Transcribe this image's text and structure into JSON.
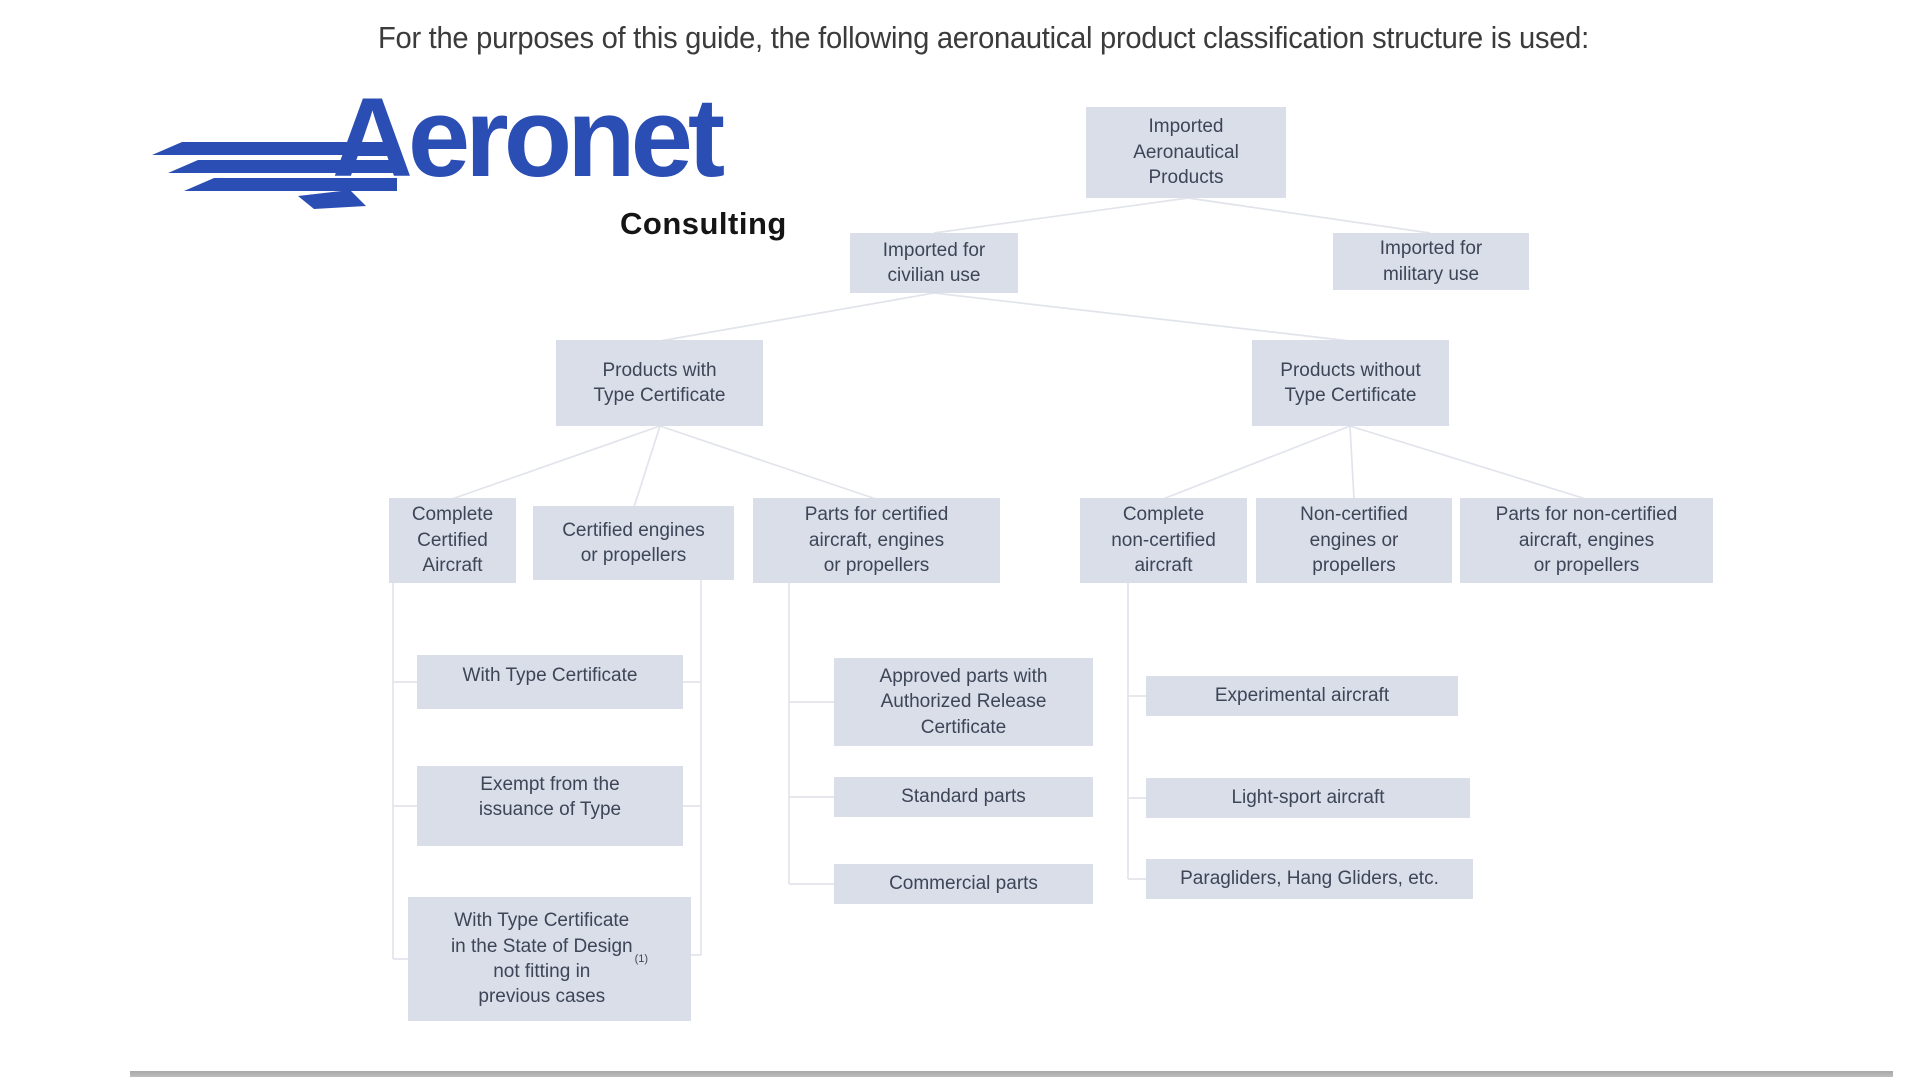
{
  "title": "For the purposes of this guide, the following aeronautical product classification structure is used:",
  "logo": {
    "brand": "Aeronet",
    "tagline": "Consulting",
    "brand_color": "#2b4eb4",
    "tagline_color": "#151515",
    "icon": "wing-icon"
  },
  "colors": {
    "node_fill": "#d9dee9",
    "node_text": "#3d4557",
    "connector": "#e2e4ec",
    "title_text": "#3b3b3b",
    "divider": "#adadad",
    "background": "#ffffff"
  },
  "diagram": {
    "nodes": {
      "root": {
        "label": "Imported\nAeronautical\nProducts"
      },
      "civilian": {
        "label": "Imported for\ncivilian use"
      },
      "military": {
        "label": "Imported for\nmilitary use"
      },
      "with_tc": {
        "label": "Products with\nType Certificate"
      },
      "without_tc": {
        "label": "Products without\nType Certificate"
      },
      "complete_certified": {
        "label": "Complete\nCertified\nAircraft"
      },
      "certified_engines": {
        "label": "Certified engines\nor propellers"
      },
      "parts_certified": {
        "label": "Parts for certified\naircraft, engines\nor propellers"
      },
      "complete_non_certified": {
        "label": "Complete\nnon-certified\naircraft"
      },
      "non_certified_engines": {
        "label": "Non-certified\nengines or\npropellers"
      },
      "parts_non_certified": {
        "label": "Parts for non-certified\naircraft, engines\nor propellers"
      },
      "with_type_certificate": {
        "label": "With Type Certificate"
      },
      "exempt": {
        "label": "Exempt from the\nissuance of Type"
      },
      "state_of_design": {
        "label": "With Type Certificate\nin the State of Design\nnot fitting in\nprevious cases",
        "footnote": "(1)"
      },
      "approved_parts": {
        "label": "Approved parts with\nAuthorized Release\nCertificate"
      },
      "standard_parts": {
        "label": "Standard parts"
      },
      "commercial_parts": {
        "label": "Commercial parts"
      },
      "experimental": {
        "label": "Experimental aircraft"
      },
      "light_sport": {
        "label": "Light-sport aircraft"
      },
      "paragliders": {
        "label": "Paragliders, Hang Gliders, etc."
      }
    },
    "edges": [
      [
        "root",
        "civilian"
      ],
      [
        "root",
        "military"
      ],
      [
        "civilian",
        "with_tc"
      ],
      [
        "civilian",
        "without_tc"
      ],
      [
        "with_tc",
        "complete_certified"
      ],
      [
        "with_tc",
        "certified_engines"
      ],
      [
        "with_tc",
        "parts_certified"
      ],
      [
        "without_tc",
        "complete_non_certified"
      ],
      [
        "without_tc",
        "non_certified_engines"
      ],
      [
        "without_tc",
        "parts_non_certified"
      ],
      [
        "complete_certified",
        "with_type_certificate"
      ],
      [
        "complete_certified",
        "exempt"
      ],
      [
        "complete_certified",
        "state_of_design"
      ],
      [
        "certified_engines",
        "with_type_certificate"
      ],
      [
        "certified_engines",
        "exempt"
      ],
      [
        "certified_engines",
        "state_of_design"
      ],
      [
        "parts_certified",
        "approved_parts"
      ],
      [
        "parts_certified",
        "standard_parts"
      ],
      [
        "parts_certified",
        "commercial_parts"
      ],
      [
        "complete_non_certified",
        "experimental"
      ],
      [
        "complete_non_certified",
        "light_sport"
      ],
      [
        "complete_non_certified",
        "paragliders"
      ]
    ]
  }
}
